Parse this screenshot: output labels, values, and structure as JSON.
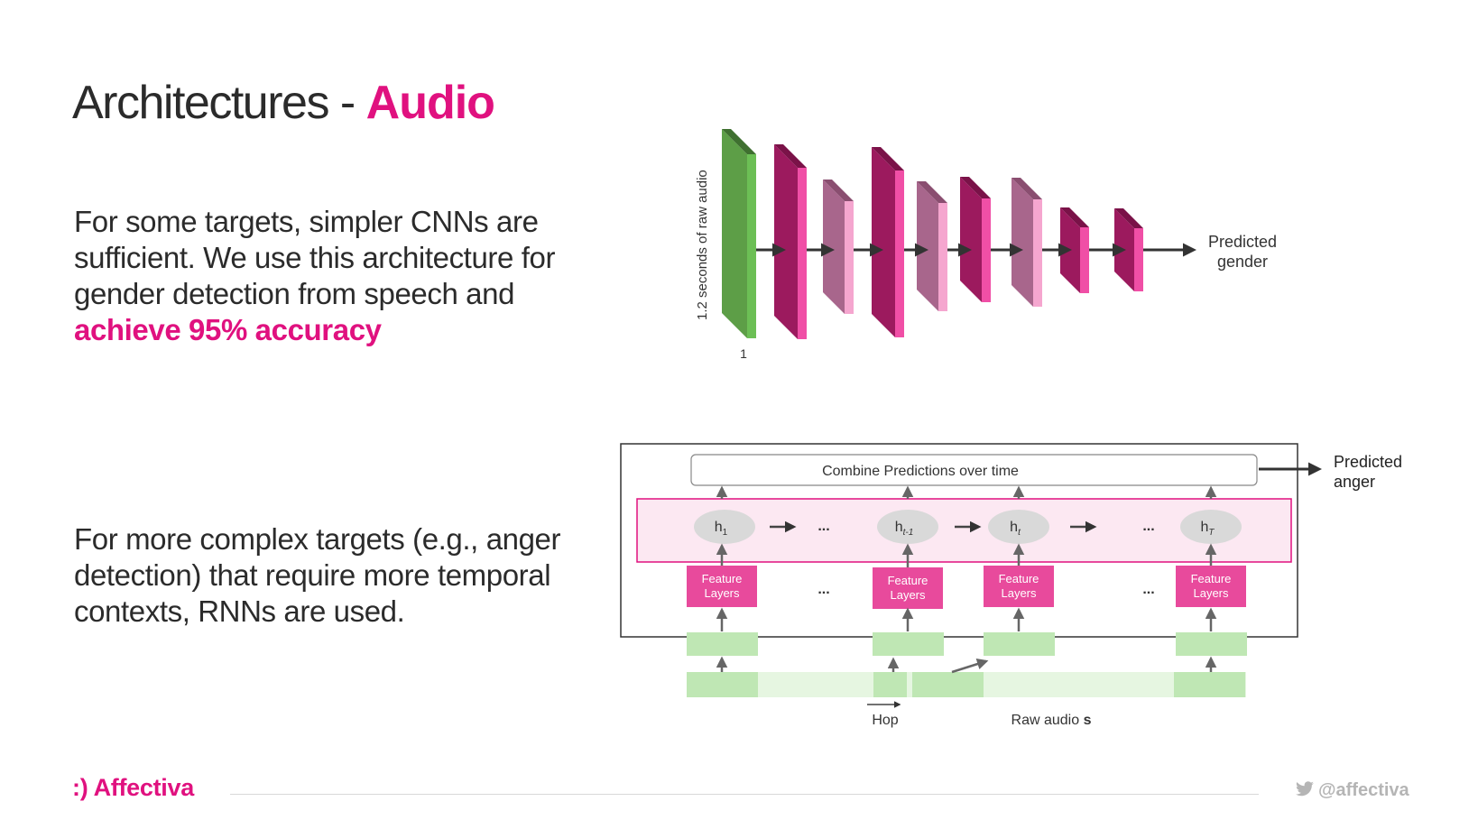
{
  "slide": {
    "title_plain": "Architectures - ",
    "title_accent": "Audio",
    "para1_text": "For some targets, simpler CNNs are sufficient. We use this architecture for gender detection from speech and ",
    "para1_highlight": "achieve 95% accuracy",
    "para2_text": "For more complex targets (e.g., anger detection) that require more temporal contexts, RNNs are used."
  },
  "cnn_diagram": {
    "input_label": "1.2 seconds of raw  audio",
    "input_index": "1",
    "output_label_line1": "Predicted",
    "output_label_line2": "gender",
    "colors": {
      "input": "#5d9e47",
      "dark_layer": "#b5176c",
      "light_layer": "#a8668c",
      "arrow": "#333333"
    }
  },
  "rnn_diagram": {
    "combine_label": "Combine Predictions over time",
    "output_label_line1": "Predicted",
    "output_label_line2": "anger",
    "hidden_states": [
      "h",
      "h",
      "h",
      "h"
    ],
    "hidden_subscripts": [
      "1",
      "t-1",
      "t",
      "T"
    ],
    "ellipsis": "...",
    "feature_layers_line1": "Feature",
    "feature_layers_line2": "Layers",
    "hop_label": "Hop",
    "raw_audio_label": "Raw audio ",
    "raw_audio_symbol": "s",
    "colors": {
      "feature": "#e84a9c",
      "hidden_band": "#fce8f2",
      "hidden_border": "#e0117f",
      "node": "#d9d9d9",
      "frame": "#bfe7b4",
      "frame_light": "#e6f6e1"
    }
  },
  "footer": {
    "logo": ":) Affectiva",
    "handle": "@affectiva"
  }
}
